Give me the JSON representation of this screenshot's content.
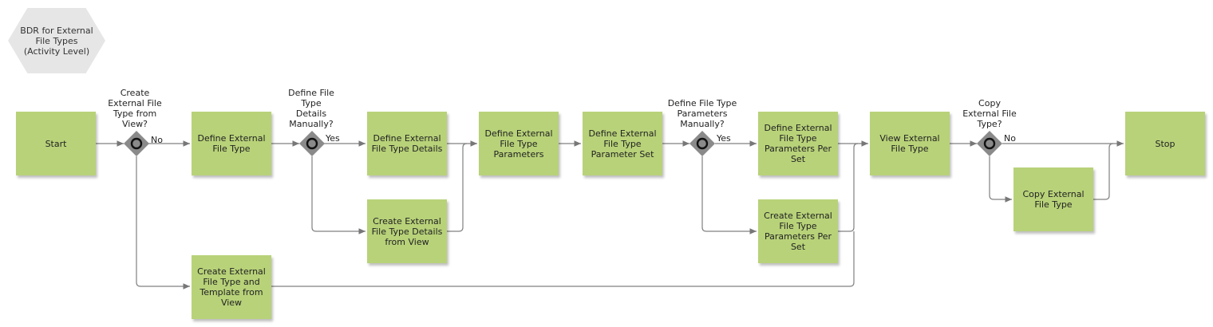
{
  "title": "BDR for External\nFile Types\n(Activity Level)",
  "activities": {
    "start": "Start",
    "define_type": "Define External\nFile Type",
    "create_type_template": "Create External\nFile Type and\nTemplate from\nView",
    "define_details": "Define External\nFile Type Details",
    "create_details": "Create External\nFile Type Details\nfrom View",
    "define_params": "Define External\nFile Type\nParameters",
    "define_param_set": "Define External\nFile Type\nParameter Set",
    "define_params_per_set": "Define External\nFile Type\nParameters Per\nSet",
    "create_params_per_set": "Create External\nFile Type\nParameters Per\nSet",
    "view_type": "View External\nFile Type",
    "copy_type": "Copy External\nFile Type",
    "stop": "Stop"
  },
  "gateways": {
    "g1": "Create\nExternal File\nType from\nView?",
    "g2": "Define File\nType\nDetails\nManually?",
    "g3": "Define File Type\nParameters\nManually?",
    "g4": "Copy\nExternal File\nType?"
  },
  "branch_labels": {
    "g1_no": "No",
    "g2_yes": "Yes",
    "g3_yes": "Yes",
    "g4_no": "No"
  }
}
